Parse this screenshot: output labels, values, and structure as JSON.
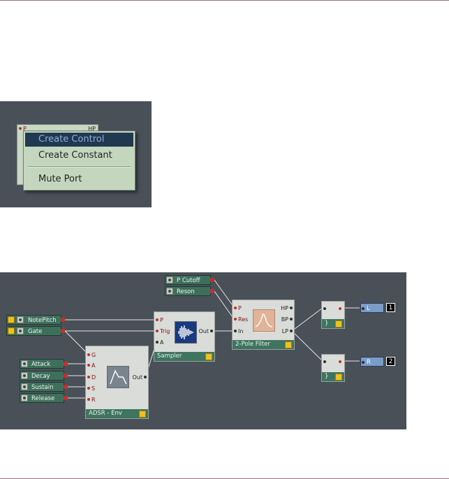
{
  "context_menu": {
    "items": [
      {
        "label": "Create Control",
        "selected": true
      },
      {
        "label": "Create Constant",
        "selected": false
      },
      {
        "label": "Mute Port",
        "selected": false
      }
    ],
    "bg_module_ports": {
      "left": "P",
      "right": "HP"
    }
  },
  "controls": [
    {
      "label": "NotePitch",
      "kind": "midi"
    },
    {
      "label": "Gate",
      "kind": "midi"
    },
    {
      "label": "Attack",
      "kind": "knob"
    },
    {
      "label": "Decay",
      "kind": "knob"
    },
    {
      "label": "Sustain",
      "kind": "knob"
    },
    {
      "label": "Release",
      "kind": "knob"
    },
    {
      "label": "P Cutoff",
      "kind": "knob"
    },
    {
      "label": "Reson",
      "kind": "knob"
    }
  ],
  "modules": {
    "sampler": {
      "title": "Sampler",
      "inputs": [
        "P",
        "Trig",
        "A"
      ],
      "outputs": [
        "Out"
      ]
    },
    "adsr": {
      "title": "ADSR - Env",
      "inputs": [
        "G",
        "A",
        "D",
        "S",
        "R"
      ],
      "outputs": [
        "Out"
      ]
    },
    "filter": {
      "title": "2-Pole Filter",
      "inputs": [
        "P",
        "Res",
        "In"
      ],
      "outputs": [
        "HP",
        "BP",
        "LP"
      ]
    },
    "adder1": {
      "title": "}"
    },
    "adder2": {
      "title": "}"
    }
  },
  "outputs": [
    {
      "label": "L",
      "channel": "1"
    },
    {
      "label": "R",
      "channel": "2"
    }
  ],
  "colors": {
    "panel": "#4a5058",
    "module_footer": "#3e7460",
    "port_in": "#c03030",
    "audio_out": "#7a9cc8"
  }
}
